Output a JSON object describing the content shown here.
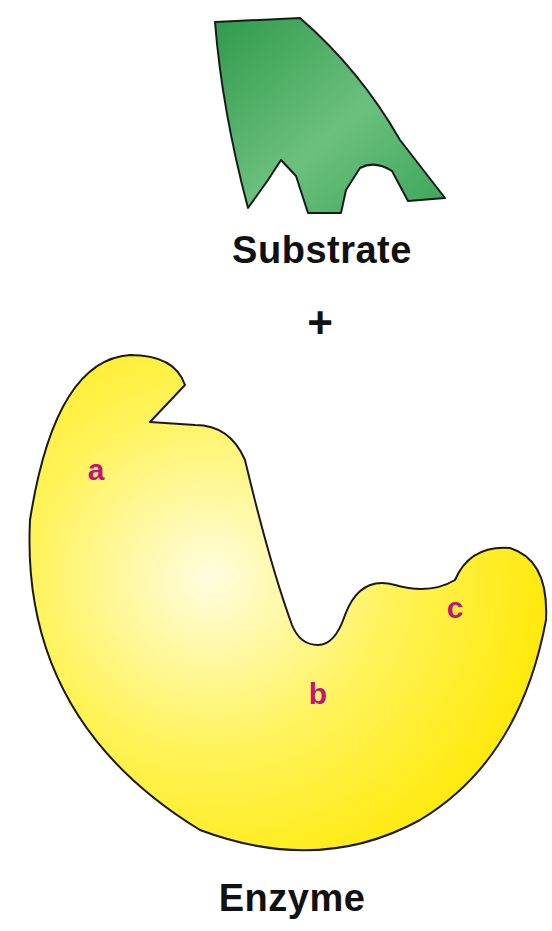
{
  "diagram": {
    "nodes": [
      {
        "text": [
          "Substrate"
        ]
      },
      {
        "text": [
          "Enzyme"
        ]
      }
    ],
    "labels": [
      "+",
      "a",
      "b",
      "c"
    ]
  }
}
